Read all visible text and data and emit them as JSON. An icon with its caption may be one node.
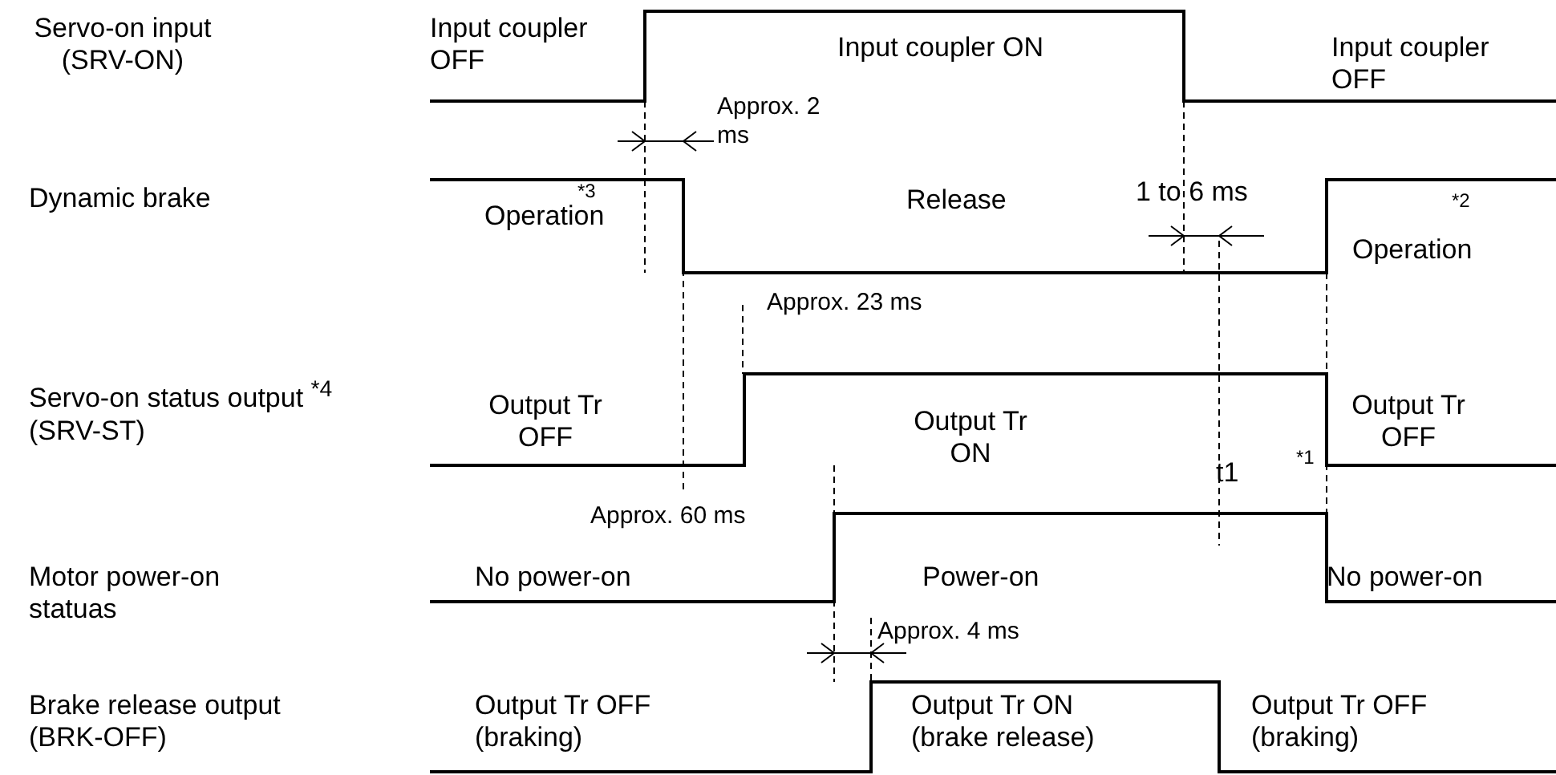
{
  "diagram": {
    "labels": [
      "Servo-on input (SRV-ON)",
      "Input coupler OFF",
      "Input coupler ON",
      "Input coupler OFF",
      "Approx. 2 ms",
      "Dynamic brake",
      "*3",
      "Operation",
      "Release",
      "1 to 6 ms",
      "*2",
      "Operation",
      "Approx. 23 ms",
      "Servo-on status output $^{*4}$ (SRV-ST)",
      "Output Tr OFF",
      "Output Tr ON",
      "t1",
      "*1",
      "Output Tr OFF",
      "Approx. 60 ms",
      "Motor power-on statuas",
      "No power-on",
      "Power-on",
      "No power-on",
      "Approx. 4 ms",
      "Brake release output (BRK-OFF)",
      "Output Tr OFF (braking)",
      "Output Tr ON (brake release)",
      "Output Tr OFF (braking)"
    ]
  }
}
